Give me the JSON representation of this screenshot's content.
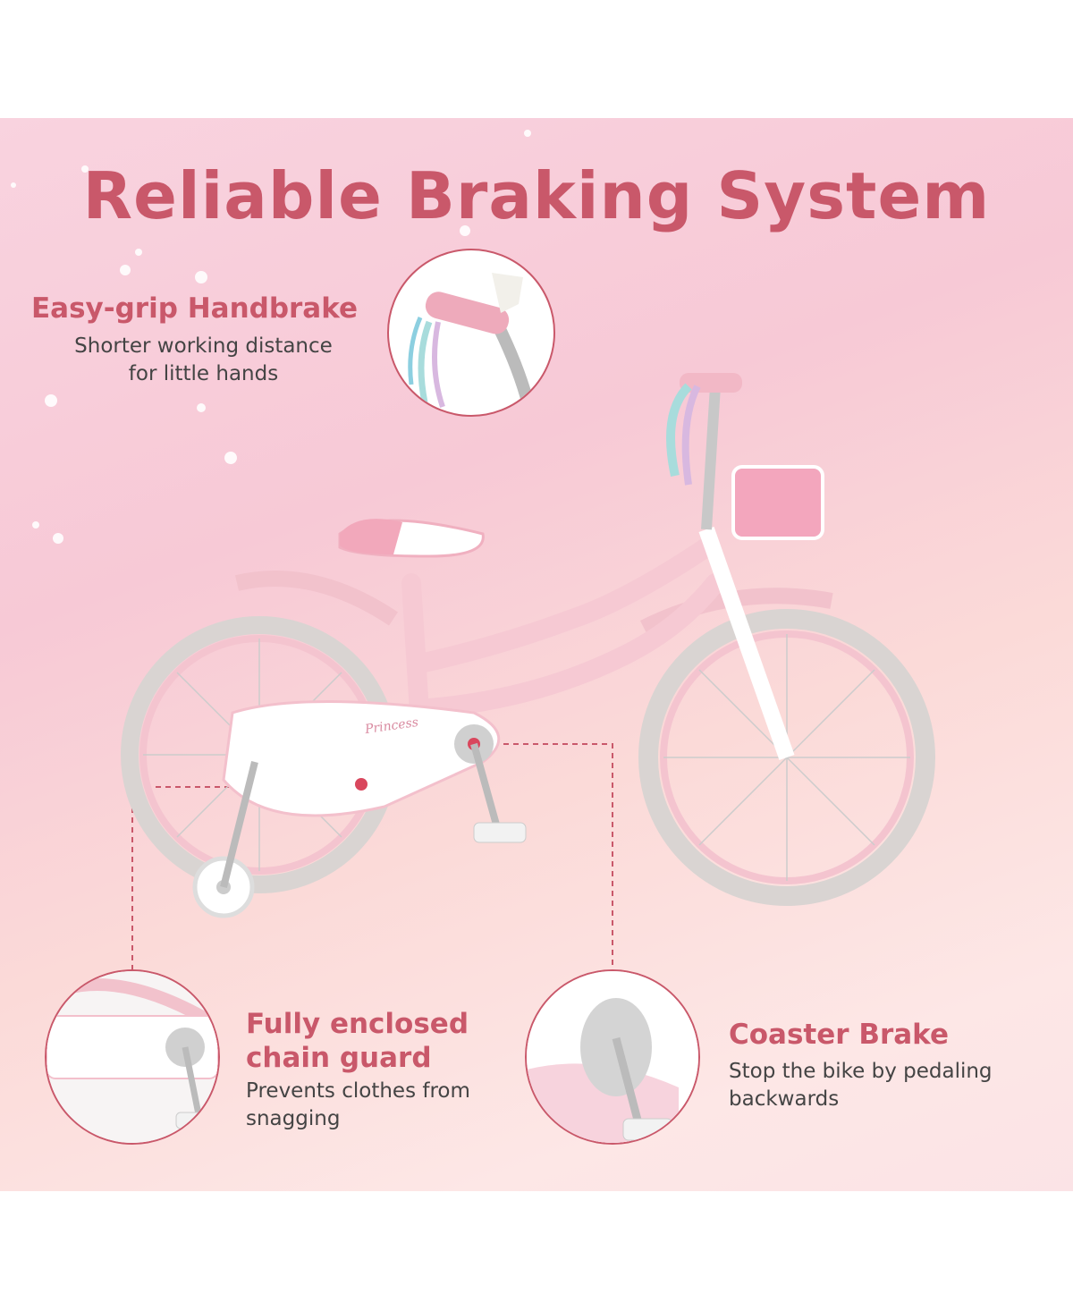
{
  "title": "Reliable Braking System",
  "features": [
    {
      "heading": "Easy-grip Handbrake",
      "desc_lines": [
        "Shorter working distance",
        "for little hands"
      ]
    },
    {
      "heading_lines": [
        "Fully enclosed",
        "chain guard"
      ],
      "desc_lines": [
        "Prevents clothes from",
        "snagging"
      ]
    },
    {
      "heading": "Coaster Brake",
      "desc_lines": [
        "Stop the bike by pedaling",
        "backwards"
      ]
    }
  ],
  "bike_labels": {
    "chain_guard": "Princess"
  },
  "colors": {
    "accent": "#c9586a",
    "frame": "#f4c4cf",
    "tire": "#d9d4d2"
  }
}
